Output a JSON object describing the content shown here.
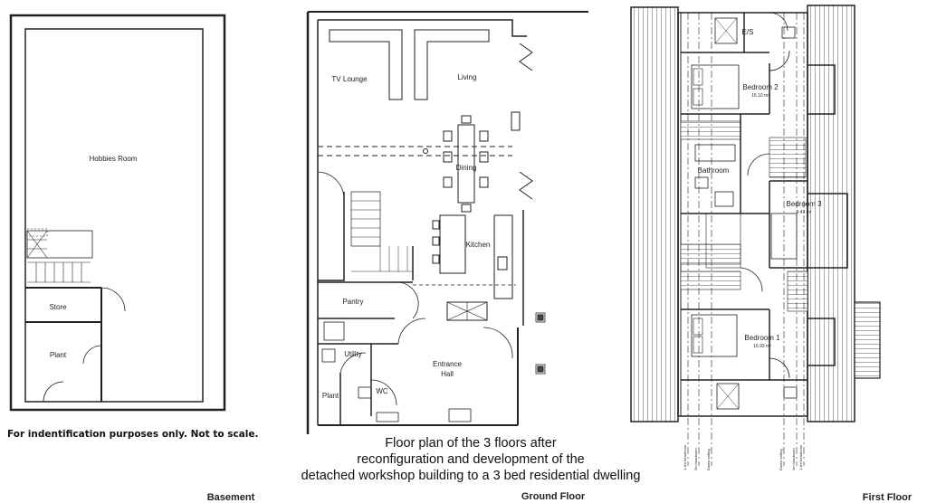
{
  "basement": {
    "label": "Basement",
    "rooms": {
      "hobbies": "Hobbies Room",
      "store": "Store",
      "plant": "Plant"
    }
  },
  "ground_floor": {
    "label": "Ground Floor",
    "rooms": {
      "tv_lounge": "TV Lounge",
      "living": "Living",
      "dining": "Dining",
      "kitchen": "Kitchen",
      "pantry": "Pantry",
      "utility": "Utility",
      "plant": "Plant",
      "wc": "WC",
      "entrance": "Entrance",
      "hall": "Hall"
    }
  },
  "first_floor": {
    "label": "First Floor",
    "rooms": {
      "en_suite": "E/S",
      "bedroom2": "Bedroom 2",
      "bedroom2_area": "15.10 m²",
      "bathroom": "Bathroom",
      "bedroom3": "Bedroom 3",
      "bedroom3_area": "9.43 m²",
      "bedroom1": "Bedroom 1",
      "bedroom1_area": "15.93 m²"
    },
    "headroom_labels": [
      "1.4m headroom",
      "2m headroom",
      "Eaves ceiling",
      "Eaves ceiling",
      "2m headroom",
      "1.4m headroom"
    ]
  },
  "note": "For indentification purposes only. Not to scale.",
  "caption": [
    "Floor plan of the 3 floors after",
    "reconfiguration and development of the",
    "detached workshop building to a 3 bed residential dwelling"
  ]
}
